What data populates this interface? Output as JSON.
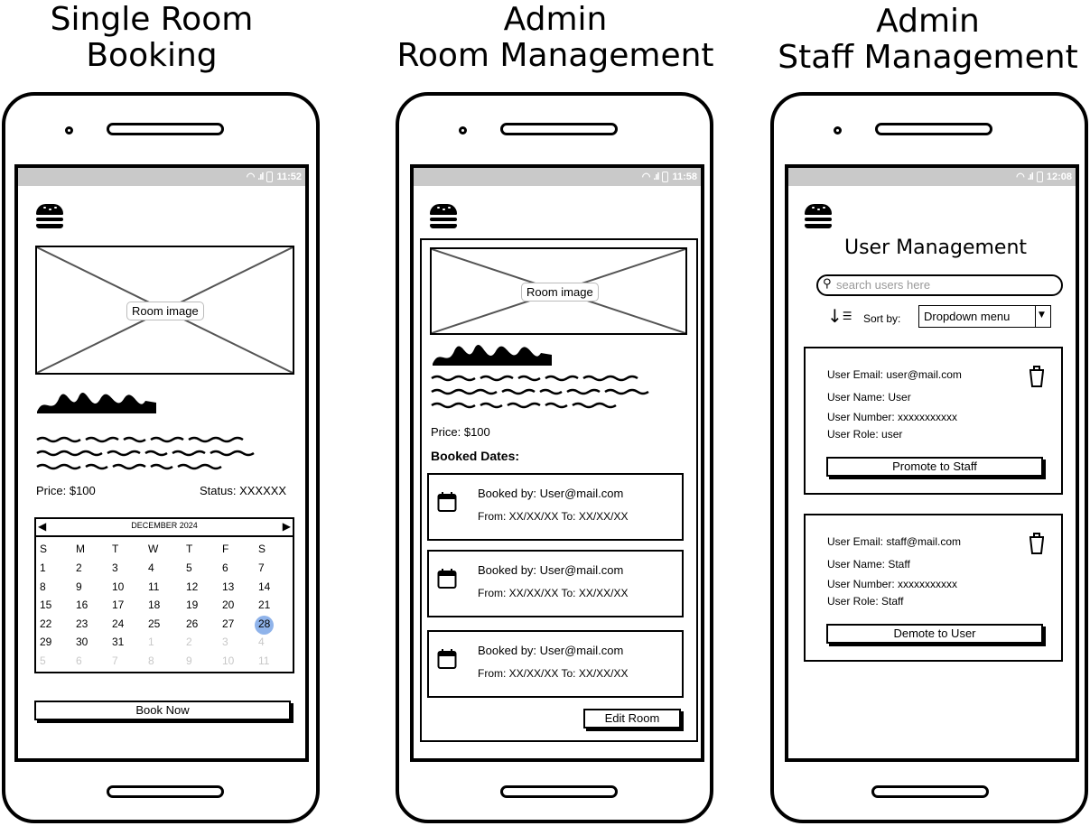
{
  "titles": {
    "booking": [
      "Single Room",
      "Booking"
    ],
    "room_mgmt": [
      "Admin",
      "Room Management"
    ],
    "staff_mgmt": [
      "Admin",
      "Staff Management"
    ]
  },
  "booking": {
    "time": "11:52",
    "image_label": "Room image",
    "price": "Price: $100",
    "status": "Status: XXXXXX",
    "calendar": {
      "month": "DECEMBER 2024",
      "weekdays": [
        "S",
        "M",
        "T",
        "W",
        "T",
        "F",
        "S"
      ],
      "weeks": [
        [
          "1",
          "2",
          "3",
          "4",
          "5",
          "6",
          "7"
        ],
        [
          "8",
          "9",
          "10",
          "11",
          "12",
          "13",
          "14"
        ],
        [
          "15",
          "16",
          "17",
          "18",
          "19",
          "20",
          "21"
        ],
        [
          "22",
          "23",
          "24",
          "25",
          "26",
          "27",
          "28"
        ],
        [
          "29",
          "30",
          "31",
          "1",
          "2",
          "3",
          "4"
        ],
        [
          "5",
          "6",
          "7",
          "8",
          "9",
          "10",
          "11"
        ]
      ],
      "selected": "28"
    },
    "book_now": "Book Now"
  },
  "room_mgmt": {
    "time": "11:58",
    "image_label": "Room image",
    "price": "Price: $100",
    "booked_dates_heading": "Booked Dates:",
    "bookings": [
      {
        "by": "Booked by: User@mail.com",
        "range": "From: XX/XX/XX To: XX/XX/XX"
      },
      {
        "by": "Booked by: User@mail.com",
        "range": "From: XX/XX/XX To: XX/XX/XX"
      },
      {
        "by": "Booked by: User@mail.com",
        "range": "From: XX/XX/XX To: XX/XX/XX"
      }
    ],
    "edit_room": "Edit Room"
  },
  "staff_mgmt": {
    "time": "12:08",
    "heading": "User Management",
    "search_placeholder": "search users here",
    "sort_label": "Sort by:",
    "sort_value": "Dropdown menu",
    "users": [
      {
        "email": "User Email: user@mail.com",
        "name": "User Name: User",
        "number": "User Number: xxxxxxxxxxx",
        "role": "User Role: user",
        "action": "Promote to Staff"
      },
      {
        "email": "User Email: staff@mail.com",
        "name": "User Name: Staff",
        "number": "User Number: xxxxxxxxxxx",
        "role": "User Role: Staff",
        "action": "Demote to User"
      }
    ]
  },
  "icons": [
    "menu-burger-icon",
    "calendar-icon",
    "trash-icon",
    "search-icon",
    "sort-icon",
    "wifi-icon",
    "signal-icon",
    "battery-icon",
    "chevron-left-icon",
    "chevron-right-icon",
    "dropdown-arrow-icon"
  ],
  "colors": {
    "statusbar": "#c9c9c9",
    "selected_date": "#8fb3ea",
    "image_cross": "#555555"
  }
}
